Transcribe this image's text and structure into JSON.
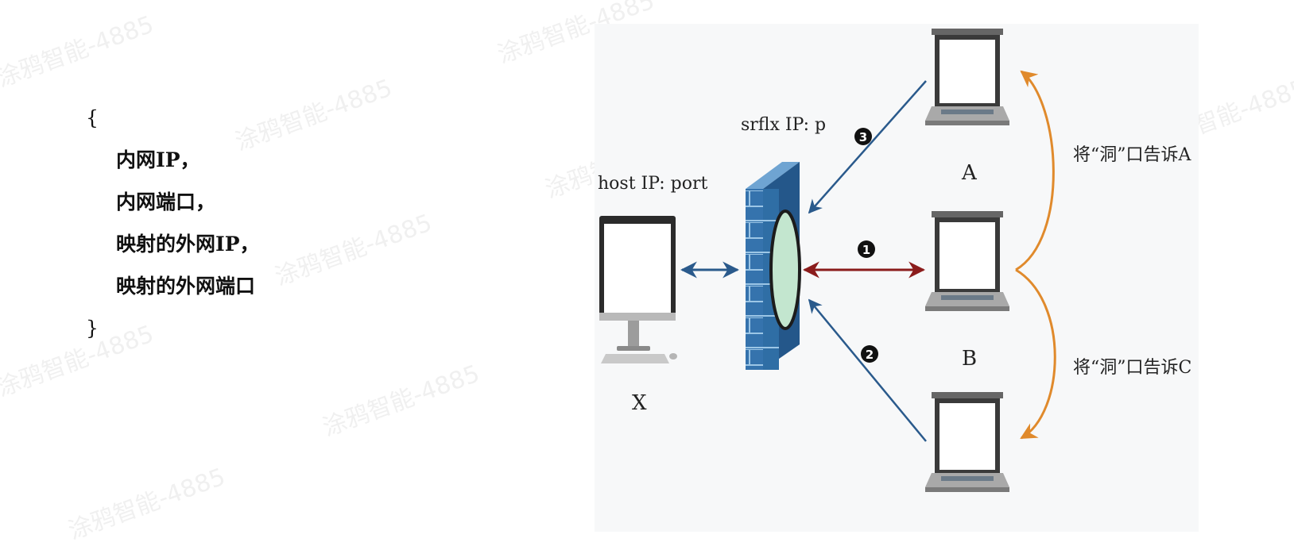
{
  "code": {
    "open_brace": "{",
    "fields": [
      "内网IP，",
      "内网端口，",
      "映射的外网IP，",
      "映射的外网端口"
    ],
    "close_brace": "}"
  },
  "diagram": {
    "host_label": "host IP: port",
    "srflx_label": "srflx IP: p",
    "node_x": "X",
    "node_a": "A",
    "node_b": "B",
    "tell_a": "将“洞”口告诉A",
    "tell_c": "将“洞”口告诉C",
    "step1": "1",
    "step2": "2",
    "step3": "3"
  },
  "colors": {
    "firewall": "#2f6ea5",
    "firewall_hole": "#bfe3cc",
    "arrow_blue": "#2a5a8c",
    "arrow_red": "#8b1c1c",
    "arrow_orange": "#e08a2c"
  },
  "watermark": "涂鸦智能-4885"
}
